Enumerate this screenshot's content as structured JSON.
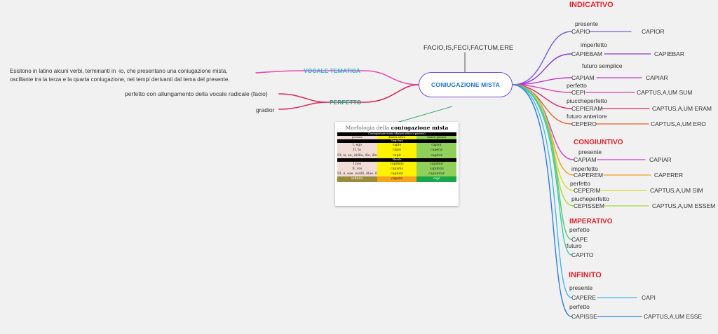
{
  "root": {
    "title": "CONIUGAZIONE MISTA",
    "verb": "FACIO,IS,FECI,FACTUM,ERE"
  },
  "left_branches": {
    "vocale_tematica": {
      "label": "VOCALE TEMATICA",
      "color": "#2bb7d6",
      "text_line1": "Esistono in latino alcuni verbi, terminanti in -io, che presentano una coniugazione mista,",
      "text_line2": "oscillante tra la terza e la quarta coniugazione, nei tempi derivanti dal tema del presente."
    },
    "perfetto": {
      "label": "PERFETTO",
      "color": "#2e9a7a",
      "child1": "perfetto con allungamento della vocale radicale (facio)",
      "child2": "gradior"
    }
  },
  "indicativo": {
    "label": "INDICATIVO",
    "presente": "presente",
    "capio": "CAPIO",
    "capior": "CAPIOR",
    "imperfetto": "imperfetto",
    "capiebam": "CAPIEBAM",
    "capiebar": "CAPIEBAR",
    "futuro_semplice": "futuro semplice",
    "capiam": "CAPIAM",
    "capiar": "CAPIAR",
    "perfetto": "perfetto",
    "cepi": "CEPI",
    "captus_sum": "CAPTUS,A,UM SUM",
    "piuccheperfetto": "piuccheperfetto",
    "ceperam": "CEPIERAM",
    "captus_eram": "CAPTUS,A,UM  ERAM",
    "futuro_anteriore": "futuro anteriore",
    "cepero": "CEPERO",
    "captus_ero": "CAPTUS,A,UM  ERO"
  },
  "congiuntivo": {
    "label": "CONGIUNTIVO",
    "presente": "presente",
    "capiam": "CAPIAM",
    "capiar": "CAPIAR",
    "imperfetto": "imperfetto",
    "caperem": "CAPEREM",
    "caperer": "CAPERER",
    "perfetto": "perfetto",
    "ceperim": "CEPERIM",
    "captus_sim": "CAPTUS,A,UM SIM",
    "piucheperfetto": "piucheperfetto",
    "cepissem": "CEPISSEM",
    "captus_essem": "CAPTUS,A,UM ESSEM"
  },
  "imperativo": {
    "label": "IMPERATIVO",
    "perfetto": "perfetto",
    "cape": "CAPE",
    "futuro": "futuro",
    "capito": "CAPITO"
  },
  "infinito": {
    "label": "INFINITO",
    "presente": "presente",
    "capere": "CAPERE",
    "capi": "CAPI",
    "perfetto": "perfetto",
    "capisse": "CAPISSE",
    "captus_esse": "CAPTUS,A,UM ESSE"
  },
  "table_image": {
    "title_prefix": "Morfologia della",
    "title_bold": "coniugazione mista",
    "header_bar": "Coniugazione mista (diatesi attiva e passiva)",
    "col_heads": [
      "persona",
      "diatesi attiva",
      "diatesi passiva"
    ],
    "singolare": "Singolare",
    "rows_sing": [
      [
        "I, ego",
        "capio",
        "capior"
      ],
      [
        "II, tu",
        "capis",
        "caperis"
      ],
      [
        "III, is, ea, id/illa, ille, illud",
        "capit",
        "capitur"
      ]
    ],
    "plurale": "Plurale",
    "rows_plur": [
      [
        "I,nos",
        "capimus",
        "capimur"
      ],
      [
        "II, vos",
        "capistis",
        "capimini"
      ],
      [
        "III, ii, eae, ea/illi, illae, illa",
        "capiunt",
        "capiuntur"
      ]
    ],
    "infinito_row": [
      "infinito",
      "capere",
      "capi"
    ]
  },
  "colors": {
    "main_border": "#7b4fd6",
    "main_text": "#1f73c9",
    "header_red": "#e0212b"
  }
}
